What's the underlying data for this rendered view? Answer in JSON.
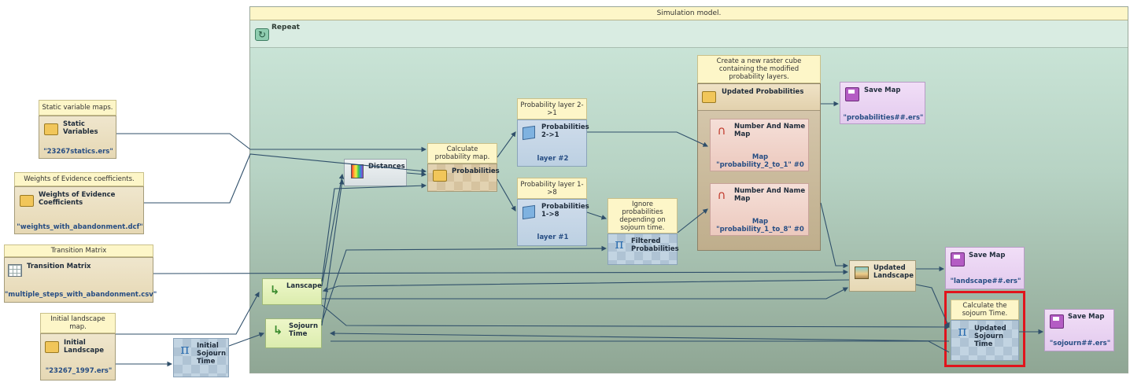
{
  "container": {
    "title": "Simulation model.",
    "repeat_label": "Repeat"
  },
  "inputs": {
    "static": {
      "note": "Static variable maps.",
      "label": "Static Variables",
      "value": "\"23267statics.ers\""
    },
    "woe": {
      "note": "Weights of Evidence coefficients.",
      "label": "Weights of Evidence Coefficients",
      "value": "\"weights_with_abandonment.dcf\""
    },
    "transition": {
      "note": "Transition Matrix",
      "label": "Transition Matrix",
      "value": "\"multiple_steps_with_abandonment.csv\""
    },
    "initial_landscape": {
      "note": "Initial landscape map.",
      "label": "Initial Landscape",
      "value": "\"23267_1997.ers\""
    },
    "initial_sojourn": {
      "label": "Initial Sojourn Time"
    }
  },
  "nodes": {
    "lanscape": "Lanscape",
    "sojourn": "Sojourn Time",
    "distances": "Distances",
    "calc_prob_note": "Calculate probability map.",
    "probabilities": "Probabilities",
    "prob21_note": "Probability layer 2->1",
    "prob21_label": "Probabilities 2->1",
    "prob21_value": "layer #2",
    "prob18_note": "Probability layer 1->8",
    "prob18_label": "Probabilities 1->8",
    "prob18_value": "layer #1",
    "ignore_note": "Ignore probabilities depending on sojourn time.",
    "filtered": "Filtered Probabilities",
    "cube_note": "Create a new raster cube containing the modified probability layers.",
    "updated_prob": "Updated Probabilities",
    "name_map1_label": "Number And Name Map",
    "name_map1_value": "Map \"probability_2_to_1\" #0",
    "name_map2_label": "Number And Name Map",
    "name_map2_value": "Map \"probability_1_to_8\" #0",
    "save1_label": "Save Map",
    "save1_value": "\"probabilities##.ers\"",
    "updated_landscape": "Updated Landscape",
    "save2_label": "Save Map",
    "save2_value": "\"landscape##.ers\"",
    "calc_sojourn_note": "Calculate the sojourn Time.",
    "updated_sojourn": "Updated Sojourn Time",
    "save3_label": "Save Map",
    "save3_value": "\"sojourn##.ers\""
  },
  "colors": {
    "wire": "#2f4f6a",
    "highlight": "#e1141c"
  }
}
